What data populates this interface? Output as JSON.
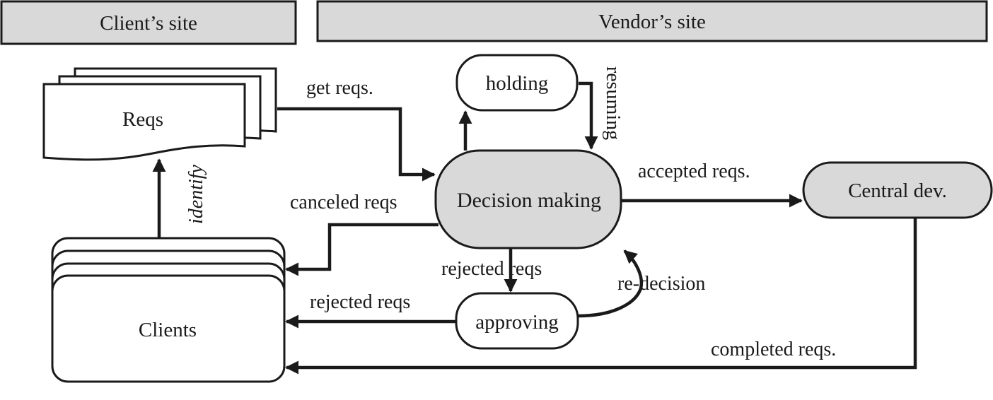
{
  "header": {
    "client_site": "Client’s site",
    "vendor_site": "Vendor’s site"
  },
  "nodes": {
    "reqs": "Reqs",
    "clients": "Clients",
    "holding": "holding",
    "decision_making": "Decision making",
    "approving": "approving",
    "central_dev": "Central dev."
  },
  "edges": {
    "get_reqs": "get reqs.",
    "identify": "identify",
    "resuming": "resuming",
    "accepted_reqs": "accepted reqs.",
    "canceled_reqs": "canceled reqs",
    "rejected_reqs_down": "rejected reqs",
    "rejected_reqs_left": "rejected reqs",
    "re_decision": "re-decision",
    "completed_reqs": "completed reqs."
  },
  "colors": {
    "header_fill": "#d9d9d9",
    "node_fill": "#d9d9d9",
    "stroke": "#1a1a1a"
  }
}
